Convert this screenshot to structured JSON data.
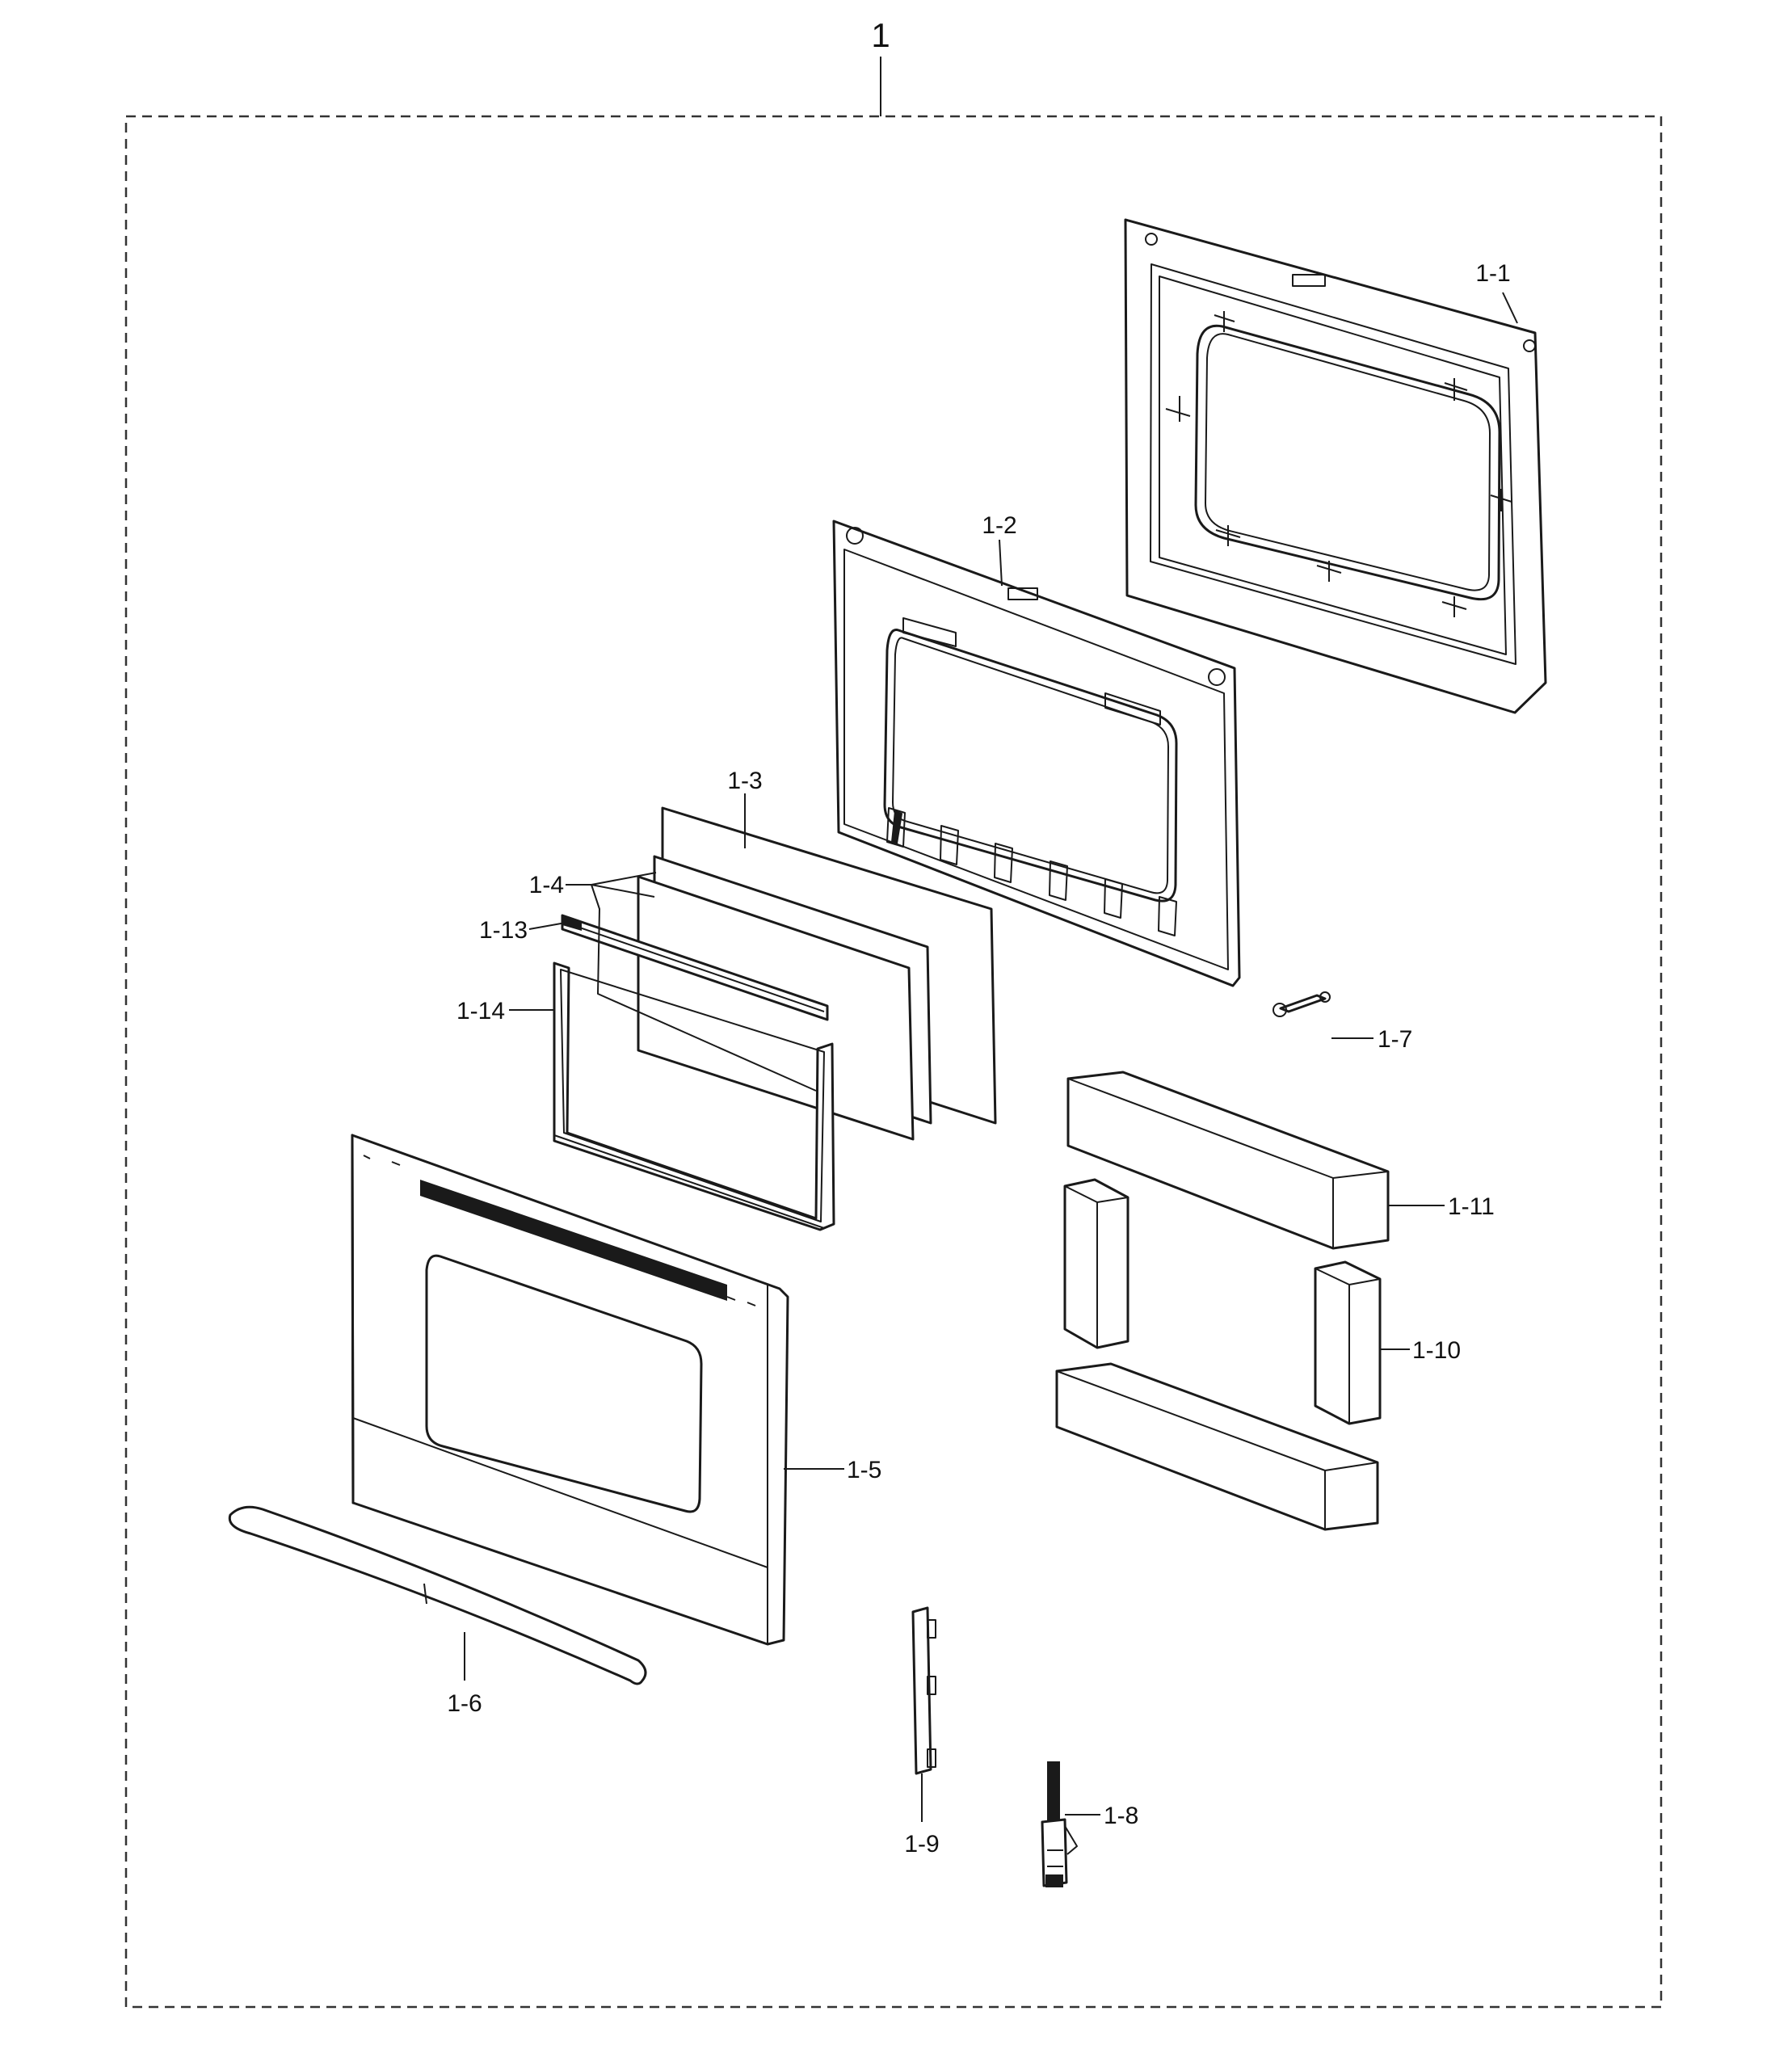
{
  "assembly_number": "1",
  "part_labels": {
    "p1_1": "1-1",
    "p1_2": "1-2",
    "p1_3": "1-3",
    "p1_4": "1-4",
    "p1_5": "1-5",
    "p1_6": "1-6",
    "p1_7": "1-7",
    "p1_8": "1-8",
    "p1_9": "1-9",
    "p1_10": "1-10",
    "p1_11": "1-11",
    "p1_13": "1-13",
    "p1_14": "1-14"
  }
}
